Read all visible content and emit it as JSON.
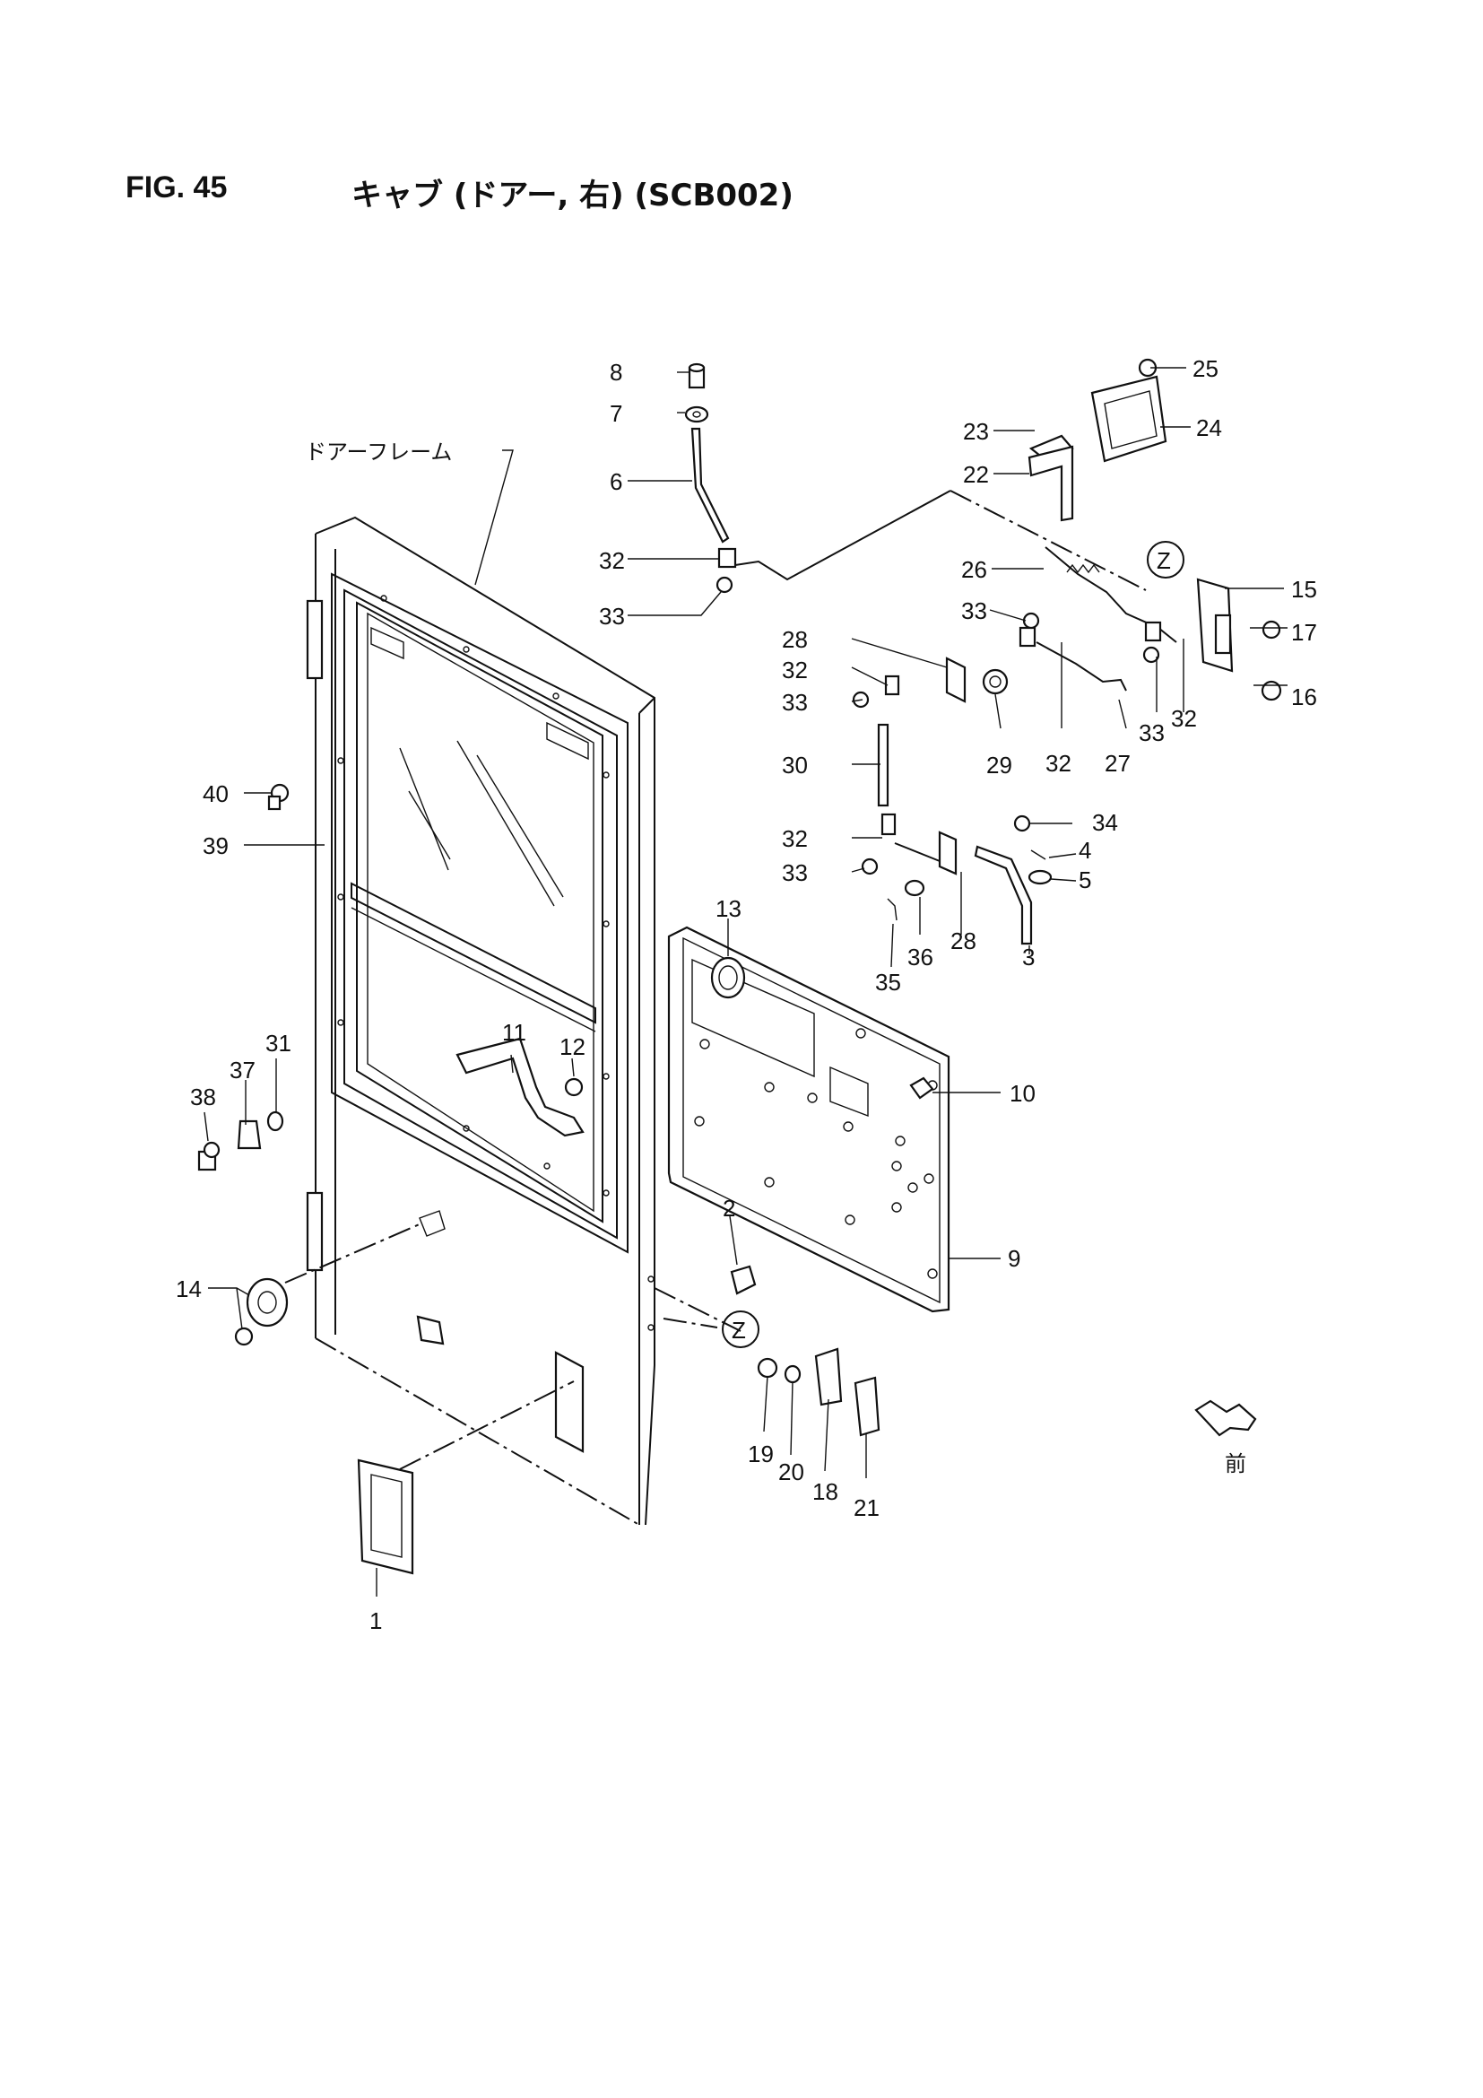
{
  "header": {
    "fig_number": "FIG. 45",
    "title": "キャブ (ドアー, 右) (SCB002)"
  },
  "labels": {
    "door_frame": "ドアーフレーム",
    "front": "前",
    "view_z": "Z"
  },
  "callouts": [
    "1",
    "2",
    "3",
    "4",
    "5",
    "6",
    "7",
    "8",
    "9",
    "10",
    "11",
    "12",
    "13",
    "14",
    "15",
    "16",
    "17",
    "18",
    "19",
    "20",
    "21",
    "22",
    "23",
    "24",
    "25",
    "26",
    "27",
    "28",
    "29",
    "30",
    "31",
    "32",
    "33",
    "34",
    "35",
    "36",
    "37",
    "38",
    "39",
    "40"
  ]
}
